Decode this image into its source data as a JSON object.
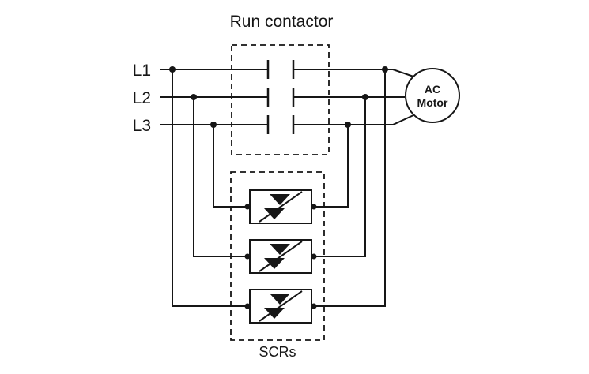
{
  "diagram": {
    "title": "Run contactor",
    "scr_group_label": "SCRs",
    "phases": [
      "L1",
      "L2",
      "L3"
    ],
    "motor": {
      "label_top": "AC",
      "label_bottom": "Motor"
    }
  },
  "colors": {
    "line": "#161616",
    "background": "#ffffff"
  }
}
